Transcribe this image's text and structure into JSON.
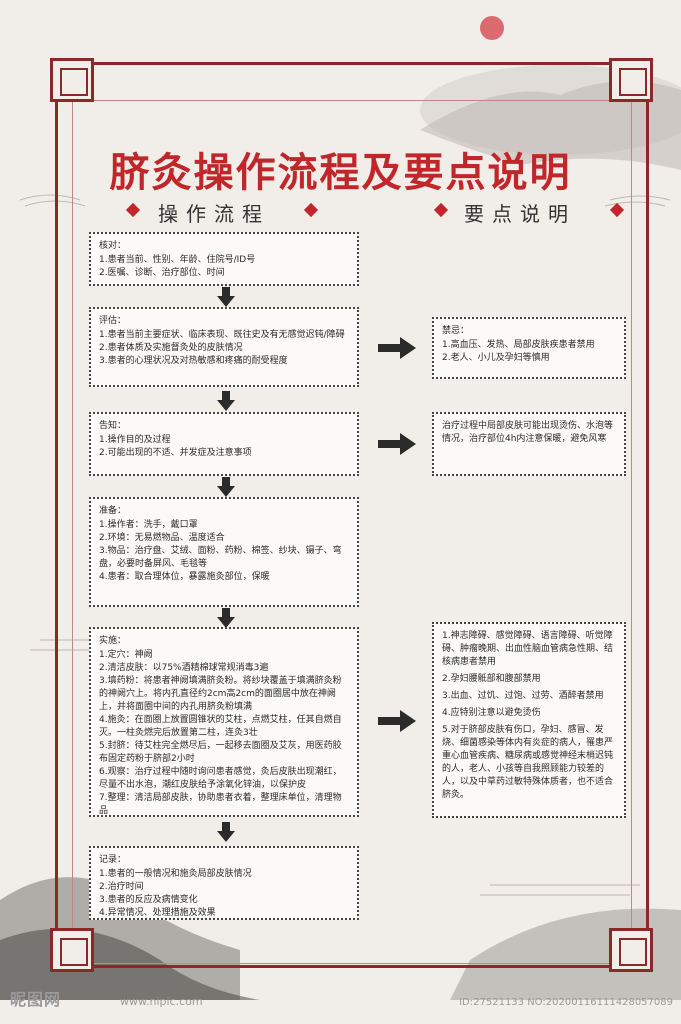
{
  "title": "脐灸操作流程及要点说明",
  "left_section": "操作流程",
  "right_section": "要点说明",
  "colors": {
    "accent": "#c0262a",
    "frame": "#8a2a28",
    "background": "#f1ede8"
  },
  "steps": [
    {
      "heading": "核对：",
      "lines": [
        "1.患者当前、性别、年龄、住院号/ID号",
        "2.医嘱、诊断、治疗部位、时间"
      ]
    },
    {
      "heading": "评估：",
      "lines": [
        "1.患者当前主要症状、临床表现、既往史及有无感觉迟钝/障碍",
        "2.患者体质及实施督灸处的皮肤情况",
        "3.患者的心理状况及对热敏感和疼痛的耐受程度"
      ]
    },
    {
      "heading": "告知：",
      "lines": [
        "1.操作目的及过程",
        "2.可能出现的不适、并发症及注意事项"
      ]
    },
    {
      "heading": "准备：",
      "lines": [
        "1.操作者：洗手，戴口罩",
        "2.环境：无易燃物品、温度适合",
        "3.物品：治疗盘、艾绒、面粉、药粉、棉签、纱块、镊子、弯盘，必要时备屏风、毛毯等",
        "4.患者：取合理体位，暴露施灸部位，保暖"
      ]
    },
    {
      "heading": "实施：",
      "lines": [
        "1.定穴：神阙",
        "2.清洁皮肤：以75%酒精棉球常规消毒3遍",
        "3.填药粉：将患者神阙填满脐灸粉。将纱块覆盖于填满脐灸粉的神阙穴上。将内孔直径约2cm高2cm的面圈居中放在神阙上，并将面圈中间的内孔用脐灸粉填满",
        "4.施灸：在面圈上放置圆锥状的艾柱，点燃艾柱，任其自燃自灭。一柱灸燃完后放置第二柱，连灸3壮",
        "5.封脐：待艾柱完全燃尽后，一起移去面圈及艾灰，用医药胶布固定药粉于脐部2小时",
        "6.观察：治疗过程中随时询问患者感觉，灸后皮肤出现潮红，尽量不出水泡，潮红皮肤给予涂氧化锌油，以保护皮",
        "7.整理：清洁局部皮肤，协助患者衣着，整理床单位，清理物品"
      ]
    },
    {
      "heading": "记录：",
      "lines": [
        "1.患者的一般情况和施灸局部皮肤情况",
        "2.治疗时间",
        "3.患者的反应及病情变化",
        "4.异常情况、处理措施及效果"
      ]
    }
  ],
  "notes": [
    {
      "heading": "禁忌：",
      "lines": [
        "1.高血压、发热、局部皮肤疾患者禁用",
        "2.老人、小儿及孕妇等慎用"
      ]
    },
    {
      "heading": "",
      "lines": [
        "治疗过程中局部皮肤可能出现烫伤、水泡等情况，治疗部位4h内注意保暖，避免风寒"
      ]
    },
    {
      "heading": "",
      "lines": [
        "1.神志障碍、感觉障碍、语言障碍、听觉障碍、肿瘤晚期、出血性脑血管病急性期、结核病患者禁用",
        "2.孕妇腰骶部和腹部禁用",
        "3.出血、过饥、过饱、过劳、酒醉者禁用",
        "4.应特别注意以避免烫伤",
        "5.对于脐部皮肤有伤口，孕妇、感冒、发烧、细菌感染等体内有炎症的病人，罹患严重心血管疾病、糖尿病或感觉神经末梢迟钝的人，老人、小孩等自我照顾能力较差的人，以及中草药过敏特殊体质者，也不适合脐灸。"
      ]
    }
  ],
  "watermark": {
    "site": "昵图网",
    "url": "www.nipic.com",
    "id": "ID:27521133 NO:20200116111428057089"
  }
}
